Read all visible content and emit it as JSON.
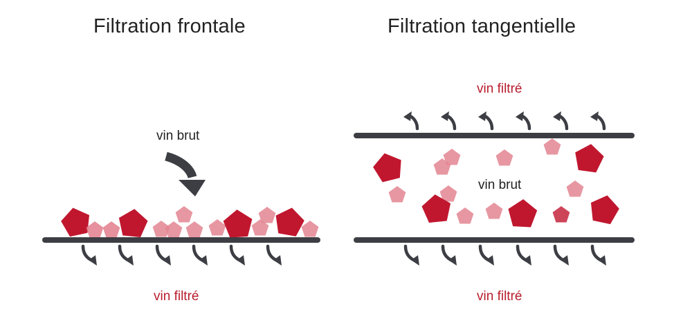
{
  "left_panel": {
    "title": "Filtration frontale",
    "input_label": "vin brut",
    "output_label": "vin filtré"
  },
  "right_panel": {
    "title": "Filtration tangentielle",
    "top_output_label": "vin filtré",
    "center_label": "vin brut",
    "bottom_output_label": "vin filtré"
  },
  "colors": {
    "membrane": "#3c3e44",
    "arrow": "#3c3e44",
    "particle_large": "#c0172f",
    "particle_small": "#e38592",
    "label_red": "#b71c2c"
  }
}
